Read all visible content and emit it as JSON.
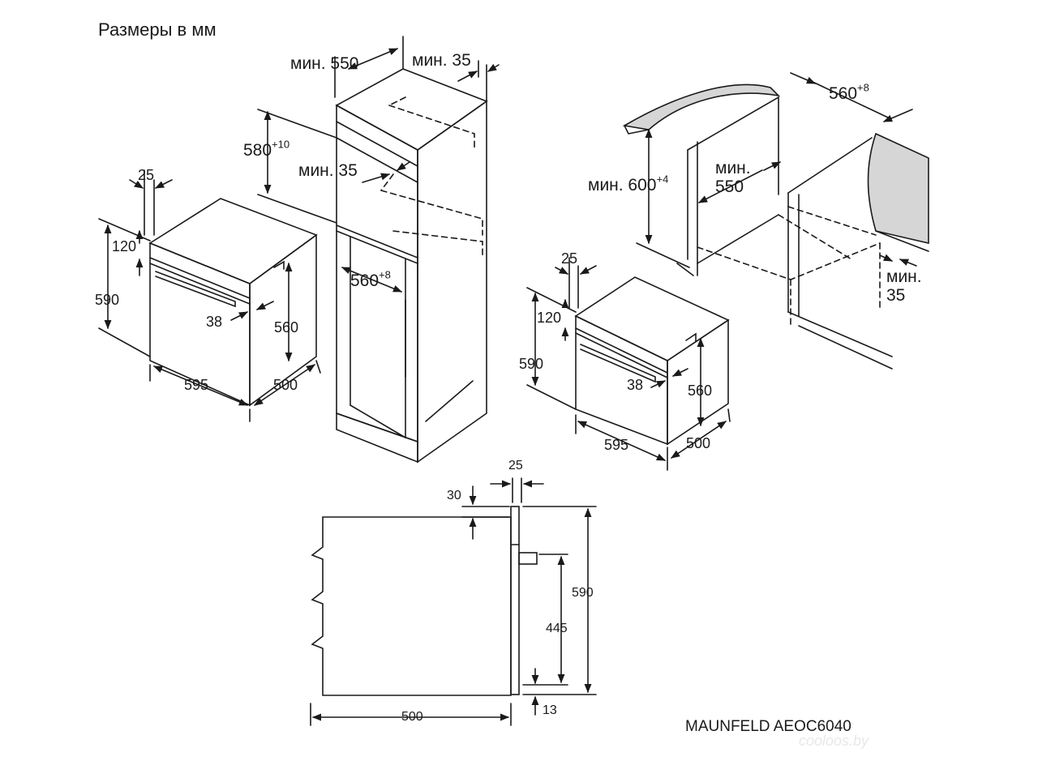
{
  "title": "Размеры в мм",
  "model": "MAUNFELD AEOC6040",
  "watermark": "cooloos.by",
  "labels": {
    "min550_top": "мин. 550",
    "min35_top": "мин. 35",
    "d580": "580",
    "d580_tol": "+10",
    "min35_mid": "мин. 35",
    "d560_tall": "560",
    "d560_tall_tol": "+8",
    "l_25": "25",
    "l_120": "120",
    "l_590": "590",
    "l_38": "38",
    "l_560": "560",
    "l_595": "595",
    "l_500": "500",
    "r_560": "560",
    "r_560_tol": "+8",
    "r_min600": "мин. 600",
    "r_min600_tol": "+4",
    "r_min550": "мин.\n550",
    "r_min35": "мин.\n35",
    "r2_25": "25",
    "r2_120": "120",
    "r2_590": "590",
    "r2_38": "38",
    "r2_560": "560",
    "r2_595": "595",
    "r2_500": "500",
    "s_25": "25",
    "s_30": "30",
    "s_590": "590",
    "s_445": "445",
    "s_500": "500",
    "s_13": "13"
  },
  "colors": {
    "line": "#1a1a1a",
    "countertop": "#d6d6d6",
    "watermark": "#e8e8e8"
  }
}
